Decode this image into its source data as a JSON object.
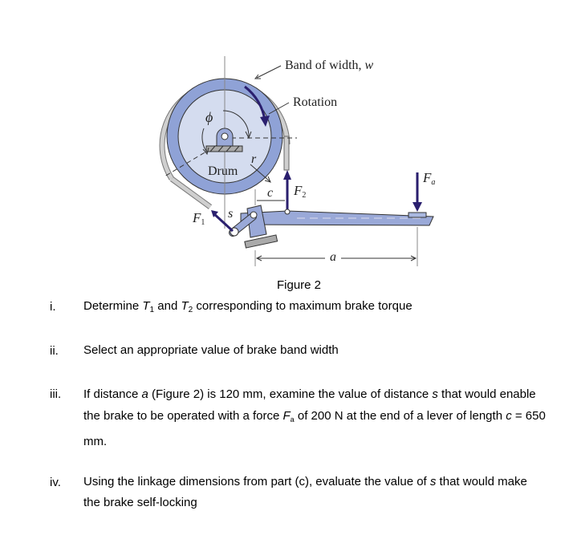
{
  "figure": {
    "labels": {
      "band": "Band of width, ",
      "band_var": "w",
      "rotation": "Rotation",
      "drum": "Drum",
      "phi": "ϕ",
      "r": "r",
      "c": "c",
      "s": "s",
      "a": "a",
      "F1": "F",
      "F1_sub": "1",
      "F2": "F",
      "F2_sub": "2",
      "Fa": "F",
      "Fa_sub": "a"
    },
    "colors": {
      "drum_fill": "#d4dcef",
      "drum_ring": "#8fa2d6",
      "band": "#c8c8c8",
      "force_arrow": "#2a1f6e",
      "lever": "#9aa9d8",
      "ground": "#9a9a9a"
    },
    "caption": "Figure 2"
  },
  "questions": [
    {
      "number": "i.",
      "pre": "Determine ",
      "t1": "T",
      "t1_sub": "1",
      "mid": " and ",
      "t2": "T",
      "t2_sub": "2",
      "post": " corresponding to maximum brake torque"
    },
    {
      "number": "ii.",
      "text": "Select an appropriate value of brake band width"
    },
    {
      "number": "iii.",
      "line1_a": "If distance ",
      "var_a": "a",
      "line1_b": " (Figure 2) is 120 mm, examine the value of distance ",
      "var_s": "s",
      "line1_c": " that would enable",
      "line2_a": "the brake to be operated with a force ",
      "var_F": "F",
      "var_F_sub": "a",
      "line2_b": " of 200 N at the end of a lever of length ",
      "var_c": "c",
      "line2_c": " = 650",
      "line3": "mm."
    },
    {
      "number": "iv.",
      "line1_a": "Using the linkage dimensions from part (c), evaluate the value of ",
      "var_s": "s",
      "line1_b": " that would make",
      "line2": "the brake self-locking"
    }
  ]
}
